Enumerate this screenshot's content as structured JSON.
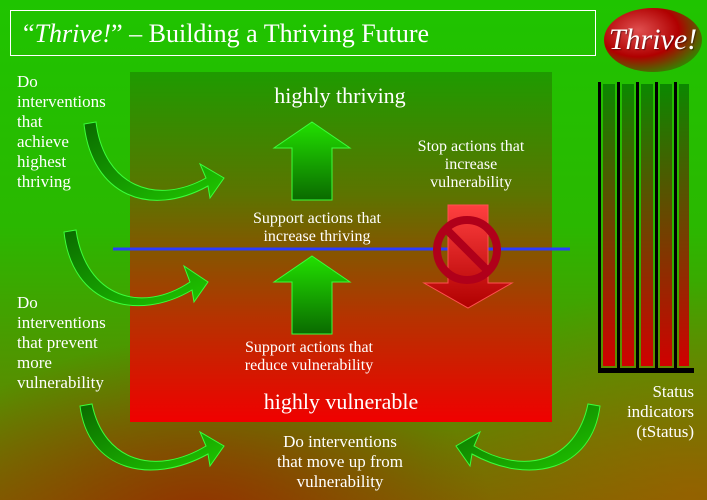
{
  "title": {
    "quote_open": "“",
    "italic": "Thrive!",
    "quote_close": "”",
    "rest": " – Building a Thriving Future"
  },
  "logo": {
    "text": "Thrive!"
  },
  "diagram": {
    "top_label": "highly thriving",
    "bottom_label": "highly vulnerable",
    "support_thriving": [
      "Support actions that",
      "increase thriving"
    ],
    "support_vulnerability": [
      "Support actions that",
      "reduce vulnerability"
    ],
    "stop_actions": [
      "Stop actions that",
      "increase",
      "vulnerability"
    ],
    "left_top": [
      "Do",
      "interventions",
      "that",
      "achieve",
      "highest",
      "thriving"
    ],
    "left_mid": [
      "Do",
      "interventions",
      "that prevent",
      "more",
      "vulnerability"
    ],
    "bottom_center": [
      "Do interventions",
      "that move up from",
      "vulnerability"
    ],
    "status": [
      "Status",
      "indicators",
      "(tStatus)"
    ]
  },
  "colors": {
    "line_blue": "#2a3cff",
    "arrow_green": "#1fc400",
    "stop_red": "#e00000",
    "white": "#ffffff"
  },
  "icons": {
    "curved_arrows": "curved-arrow-icon",
    "stop_symbol": "no-symbol-icon"
  }
}
